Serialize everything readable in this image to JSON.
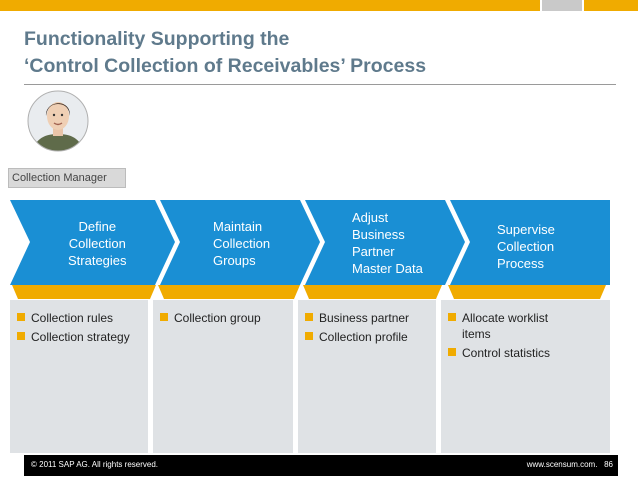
{
  "title": {
    "line1": "Functionality Supporting the",
    "line2": "‘Control Collection of Receivables’ Process"
  },
  "role": {
    "label": "Collection Manager",
    "avatar_icon": "person-photo"
  },
  "steps": [
    {
      "label": "Define\nCollection\nStrategies"
    },
    {
      "label": "Maintain\nCollection\nGroups"
    },
    {
      "label": "Adjust\nBusiness\nPartner\nMaster Data"
    },
    {
      "label": "Supervise\nCollection\nProcess"
    }
  ],
  "functions": [
    {
      "items": [
        "Collection rules",
        "Collection strategy"
      ]
    },
    {
      "items": [
        "Collection group"
      ]
    },
    {
      "items": [
        "Business partner",
        "Collection profile"
      ]
    },
    {
      "items": [
        "Allocate worklist items",
        "Control statistics"
      ]
    }
  ],
  "footer": {
    "copyright": "© 2011 SAP AG. All rights reserved.",
    "site": "www.scensum.com.",
    "page": "86"
  },
  "colors": {
    "chevron": "#1a8fd4",
    "accent": "#f0ab00",
    "title": "#5f7a8c",
    "box": "#dfe2e5"
  }
}
